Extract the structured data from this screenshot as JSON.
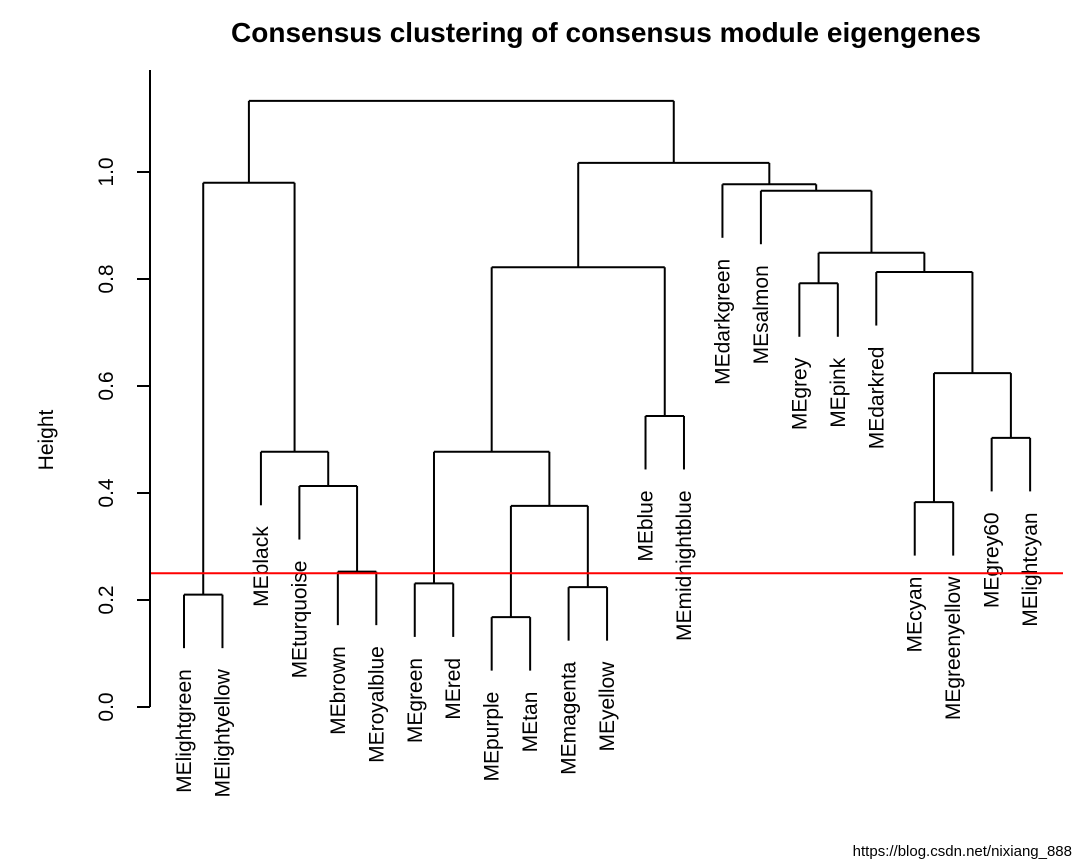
{
  "watermark": {
    "text": "https://blog.csdn.net/nixiang_888",
    "color": "#e8e8e8"
  },
  "chart_data": {
    "type": "dendrogram",
    "title": "Consensus clustering of consensus module eigengenes",
    "ylabel": "Height",
    "yticks": [
      "0.0",
      "0.2",
      "0.4",
      "0.6",
      "0.8",
      "1.0"
    ],
    "ylim": [
      0,
      1.19
    ],
    "grid": false,
    "hang": 0.1,
    "leaves": [
      "MElightgreen",
      "MElightyellow",
      "MEblack",
      "MEturquoise",
      "MEbrown",
      "MEroyalblue",
      "MEgreen",
      "MEred",
      "MEpurple",
      "MEtan",
      "MEmagenta",
      "MEyellow",
      "MEblue",
      "MEmidnightblue",
      "MEdarkgreen",
      "MEsalmon",
      "MEgrey",
      "MEpink",
      "MEdarkred",
      "MEcyan",
      "MEgreenyellow",
      "MEgrey60",
      "MElightcyan"
    ],
    "merges": [
      {
        "left": "L0",
        "right": "L1",
        "height": 0.21
      },
      {
        "left": "L4",
        "right": "L5",
        "height": 0.253
      },
      {
        "left": "L3",
        "right": "M1",
        "height": 0.413
      },
      {
        "left": "L2",
        "right": "M2",
        "height": 0.477
      },
      {
        "left": "M0",
        "right": "M3",
        "height": 0.98
      },
      {
        "left": "L6",
        "right": "L7",
        "height": 0.231
      },
      {
        "left": "L8",
        "right": "L9",
        "height": 0.168
      },
      {
        "left": "L10",
        "right": "L11",
        "height": 0.224
      },
      {
        "left": "M6",
        "right": "M7",
        "height": 0.376
      },
      {
        "left": "M5",
        "right": "M8",
        "height": 0.477
      },
      {
        "left": "L12",
        "right": "L13",
        "height": 0.544
      },
      {
        "left": "M9",
        "right": "M10",
        "height": 0.822
      },
      {
        "left": "L19",
        "right": "L20",
        "height": 0.383
      },
      {
        "left": "L21",
        "right": "L22",
        "height": 0.503
      },
      {
        "left": "M12",
        "right": "M13",
        "height": 0.624
      },
      {
        "left": "L18",
        "right": "M14",
        "height": 0.813
      },
      {
        "left": "L16",
        "right": "L17",
        "height": 0.792
      },
      {
        "left": "M16",
        "right": "M15",
        "height": 0.849
      },
      {
        "left": "L15",
        "right": "M17",
        "height": 0.965
      },
      {
        "left": "L14",
        "right": "M18",
        "height": 0.977
      },
      {
        "left": "M11",
        "right": "M19",
        "height": 1.017
      },
      {
        "left": "M4",
        "right": "M20",
        "height": 1.133
      }
    ],
    "cut_line": {
      "height": 0.25,
      "color": "#ff0000"
    }
  }
}
